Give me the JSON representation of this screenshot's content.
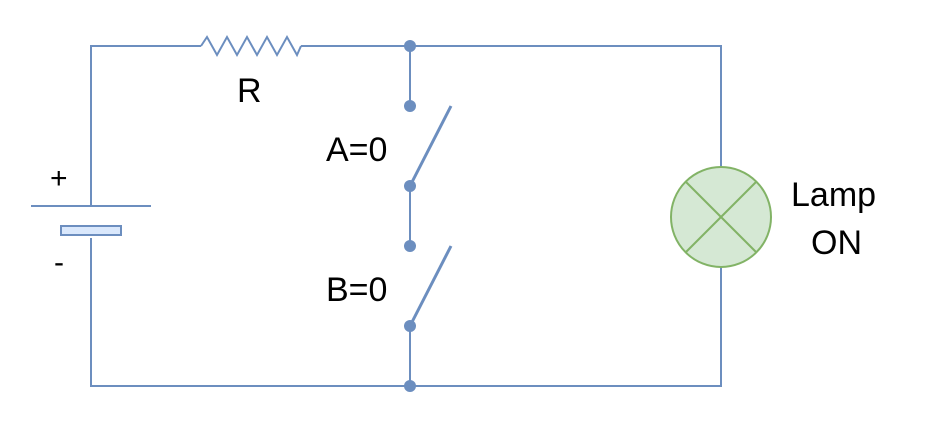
{
  "labels": {
    "resistor": "R",
    "battery_plus": "+",
    "battery_minus": "-",
    "switch_a": "A=0",
    "switch_b": "B=0",
    "lamp_line1": "Lamp",
    "lamp_line2": "ON"
  },
  "colors": {
    "wire": "#6c8ebf",
    "lamp_fill": "#d5e8d4",
    "lamp_stroke": "#82b366",
    "text": "#000000",
    "background": "#ffffff"
  },
  "state": {
    "switch_a": 0,
    "switch_b": 0,
    "lamp": "ON"
  }
}
